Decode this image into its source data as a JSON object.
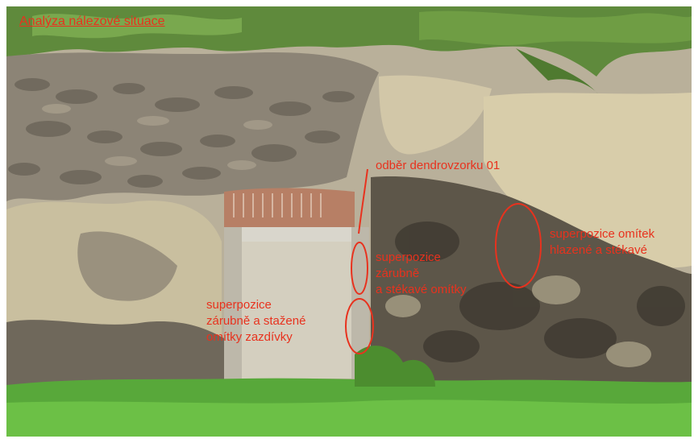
{
  "title": "Analýza nálezové situace",
  "annotations": {
    "dendro_sample": "odběr dendrovzorku 01",
    "plaster_superposition": [
      "superpozice omítek",
      "hlazené a stékavé"
    ],
    "frame_plaster": [
      "superpozice",
      "zárubně",
      "a stékavé omítky"
    ],
    "frame_infill": [
      "superpozice",
      "zárubně a stažené",
      "omítky zazdívky"
    ]
  },
  "colors": {
    "annotation": "#e8321e",
    "grass": "#58a83a",
    "stone_wall": "#8c8476",
    "plaster": "#d2c7a8"
  }
}
